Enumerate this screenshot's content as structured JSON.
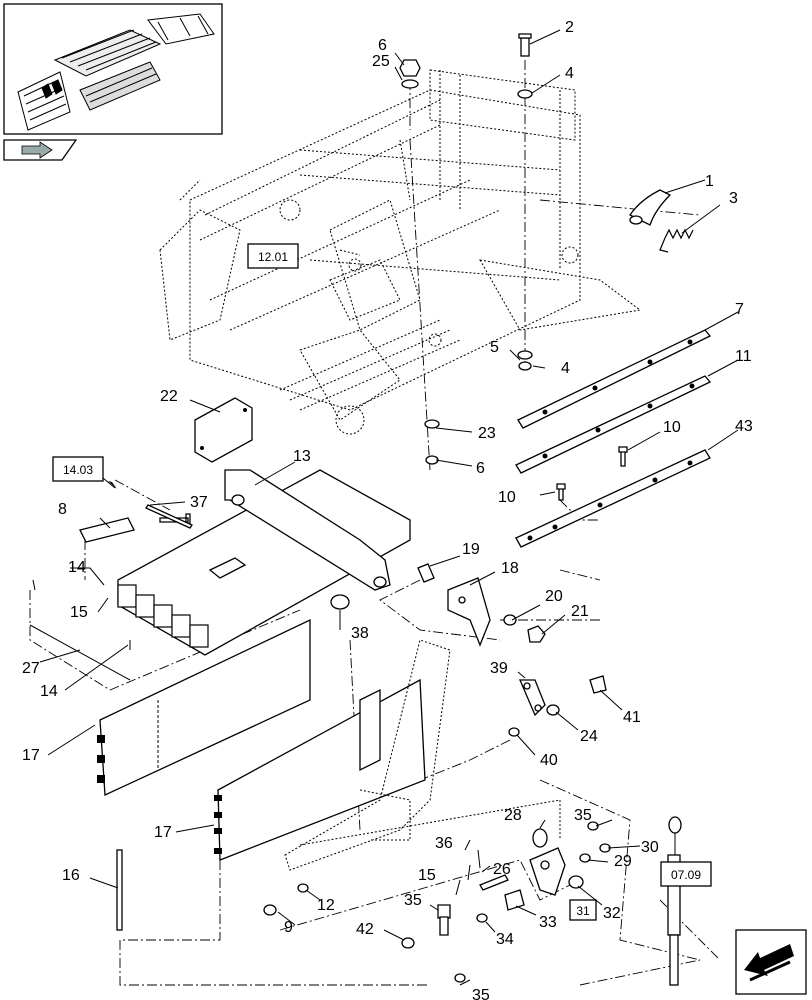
{
  "diagram": {
    "callouts": [
      {
        "id": "c1",
        "label": "1"
      },
      {
        "id": "c2",
        "label": "2"
      },
      {
        "id": "c3",
        "label": "3"
      },
      {
        "id": "c4a",
        "label": "4"
      },
      {
        "id": "c4b",
        "label": "4"
      },
      {
        "id": "c5",
        "label": "5"
      },
      {
        "id": "c6a",
        "label": "6"
      },
      {
        "id": "c6b",
        "label": "6"
      },
      {
        "id": "c7",
        "label": "7"
      },
      {
        "id": "c8",
        "label": "8"
      },
      {
        "id": "c9",
        "label": "9"
      },
      {
        "id": "c10a",
        "label": "10"
      },
      {
        "id": "c10b",
        "label": "10"
      },
      {
        "id": "c11",
        "label": "11"
      },
      {
        "id": "c12",
        "label": "12"
      },
      {
        "id": "c13",
        "label": "13"
      },
      {
        "id": "c14a",
        "label": "14"
      },
      {
        "id": "c14b",
        "label": "14"
      },
      {
        "id": "c15a",
        "label": "15"
      },
      {
        "id": "c15b",
        "label": "15"
      },
      {
        "id": "c16",
        "label": "16"
      },
      {
        "id": "c17a",
        "label": "17"
      },
      {
        "id": "c17b",
        "label": "17"
      },
      {
        "id": "c18",
        "label": "18"
      },
      {
        "id": "c19",
        "label": "19"
      },
      {
        "id": "c20",
        "label": "20"
      },
      {
        "id": "c21",
        "label": "21"
      },
      {
        "id": "c22",
        "label": "22"
      },
      {
        "id": "c23",
        "label": "23"
      },
      {
        "id": "c24",
        "label": "24"
      },
      {
        "id": "c25",
        "label": "25"
      },
      {
        "id": "c26",
        "label": "26"
      },
      {
        "id": "c27",
        "label": "27"
      },
      {
        "id": "c28",
        "label": "28"
      },
      {
        "id": "c29",
        "label": "29"
      },
      {
        "id": "c30",
        "label": "30"
      },
      {
        "id": "c32",
        "label": "32"
      },
      {
        "id": "c33",
        "label": "33"
      },
      {
        "id": "c34",
        "label": "34"
      },
      {
        "id": "c35a",
        "label": "35"
      },
      {
        "id": "c35b",
        "label": "35"
      },
      {
        "id": "c35c",
        "label": "35"
      },
      {
        "id": "c36",
        "label": "36"
      },
      {
        "id": "c37",
        "label": "37"
      },
      {
        "id": "c38",
        "label": "38"
      },
      {
        "id": "c39",
        "label": "39"
      },
      {
        "id": "c40",
        "label": "40"
      },
      {
        "id": "c41",
        "label": "41"
      },
      {
        "id": "c42",
        "label": "42"
      },
      {
        "id": "c43",
        "label": "43"
      }
    ],
    "ref_boxes": [
      {
        "id": "r1201",
        "label": "12.01"
      },
      {
        "id": "r1403",
        "label": "14.03"
      },
      {
        "id": "r0709",
        "label": "07.09"
      },
      {
        "id": "r31",
        "label": "31"
      }
    ],
    "icons": [
      "overview-thumbnail-icon",
      "navigation-arrow-icon",
      "page-forward-icon"
    ]
  }
}
